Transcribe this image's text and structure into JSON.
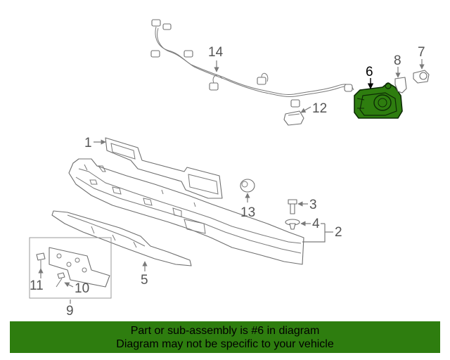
{
  "banner": {
    "line1": "Part or sub-assembly is #6 in diagram",
    "line2": "Diagram may not be specific to your vehicle"
  },
  "callouts": {
    "c1": "1",
    "c2": "2",
    "c3": "3",
    "c4": "4",
    "c5": "5",
    "c6": "6",
    "c7": "7",
    "c8": "8",
    "c9": "9",
    "c10": "10",
    "c11": "11",
    "c12": "12",
    "c13": "13",
    "c14": "14"
  },
  "colors": {
    "highlight_part": "#2e7d0f",
    "banner_bg": "#2e7d0f",
    "line_art": "#6f6f6f"
  }
}
